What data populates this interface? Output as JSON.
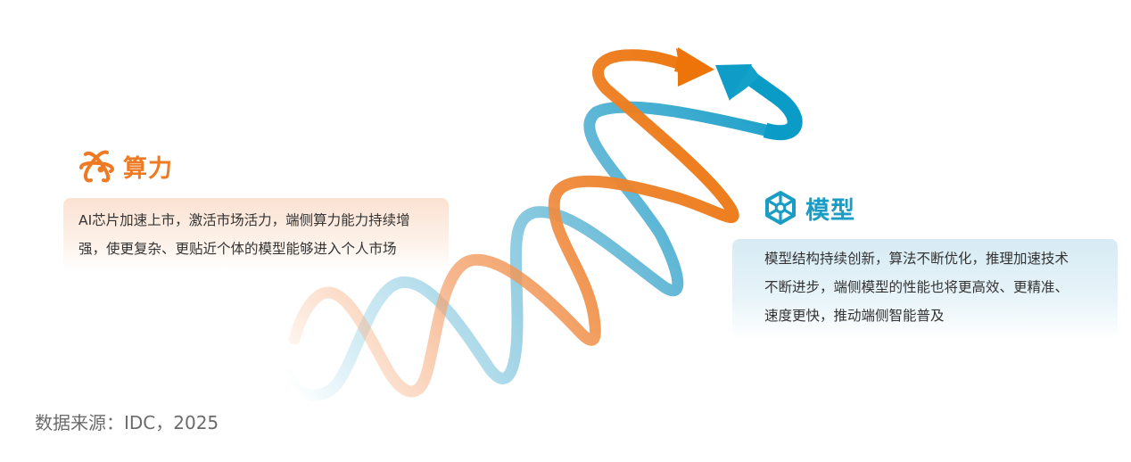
{
  "colors": {
    "compute_accent": "#ee7a24",
    "model_accent": "#1a9cc4",
    "compute_card_bg": "#fbe2d2",
    "model_card_bg": "#d6ebf4",
    "body_text": "#333333",
    "source_text": "#6b6b6b"
  },
  "compute": {
    "icon": "atom-icon",
    "title": "算力",
    "description_lines": [
      "AI芯片加速上市，激活市场活力，端侧算力能力持续增",
      "强，使更复杂、更贴近个体的模型能够进入个人市场"
    ]
  },
  "model": {
    "icon": "hexagon-cube-icon",
    "title": "模型",
    "description_lines": [
      "模型结构持续创新，算法不断优化，推理加速技术",
      "不断进步，端侧模型的性能也将更高效、更精准、",
      "速度更快，推动端侧智能普及"
    ]
  },
  "graphic": {
    "description": "Two intertwining spiral ribbons (orange = compute, blue = model) rising left-to-right with arrowheads pointing toward each other at top",
    "ribbons": [
      {
        "name": "compute-ribbon",
        "color": "#ee7a24"
      },
      {
        "name": "model-ribbon",
        "color": "#1a9cc4"
      }
    ]
  },
  "footer": {
    "source": "数据来源：IDC，2025"
  }
}
